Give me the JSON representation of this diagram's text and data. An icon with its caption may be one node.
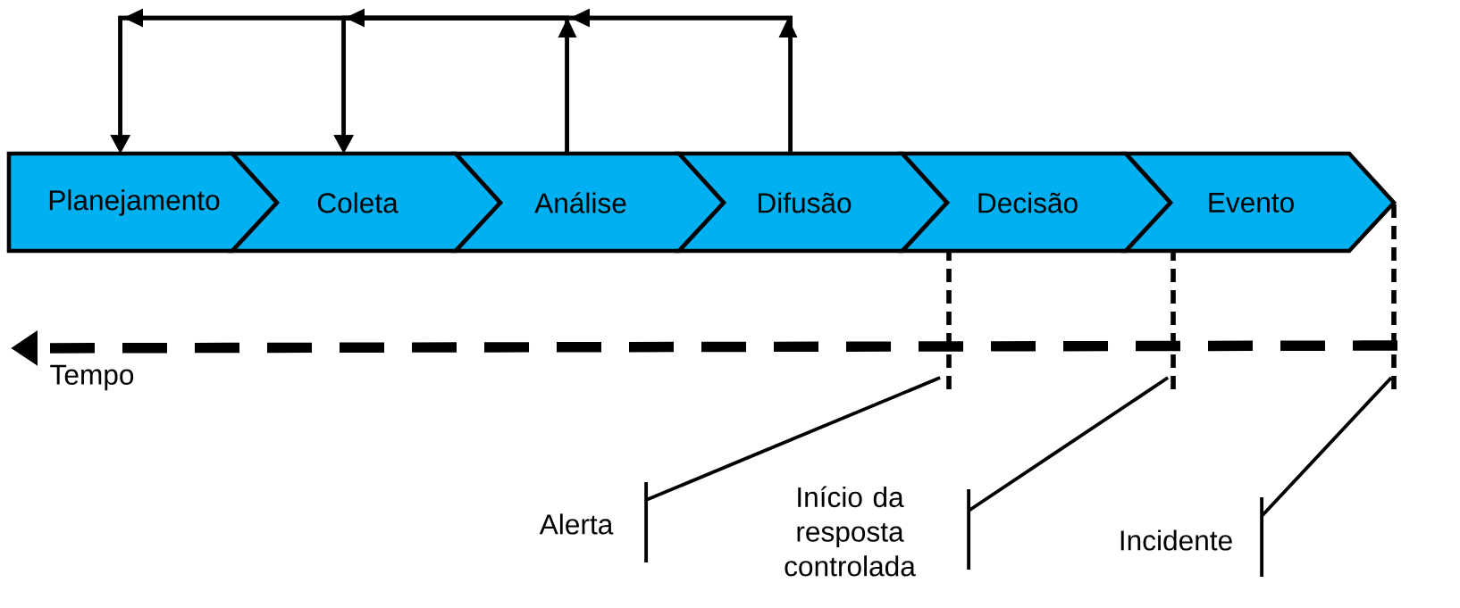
{
  "diagram": {
    "nodes": [
      {
        "text": [
          "Planejamento"
        ]
      },
      {
        "text": [
          "Coleta"
        ]
      },
      {
        "text": [
          "Análise"
        ]
      },
      {
        "text": [
          "Difusão"
        ]
      },
      {
        "text": [
          "Decisão"
        ]
      },
      {
        "text": [
          "Evento"
        ]
      },
      {
        "text": [
          "Alerta"
        ]
      },
      {
        "text": [
          "Início da resposta controlada"
        ]
      },
      {
        "text": [
          "Incidente"
        ]
      }
    ],
    "edges": [
      {
        "from": 3,
        "to": 1,
        "arrow": "to"
      },
      {
        "from": 3,
        "to": 0,
        "arrow": "to"
      },
      {
        "from": 2,
        "to": 1,
        "arrow": "to"
      },
      {
        "from": 2,
        "to": 0,
        "arrow": "to"
      },
      {
        "from": 6,
        "to": null,
        "arrow": "none"
      },
      {
        "from": 7,
        "to": null,
        "arrow": "none"
      },
      {
        "from": 8,
        "to": null,
        "arrow": "none"
      }
    ],
    "labels": [
      "Tempo"
    ]
  }
}
